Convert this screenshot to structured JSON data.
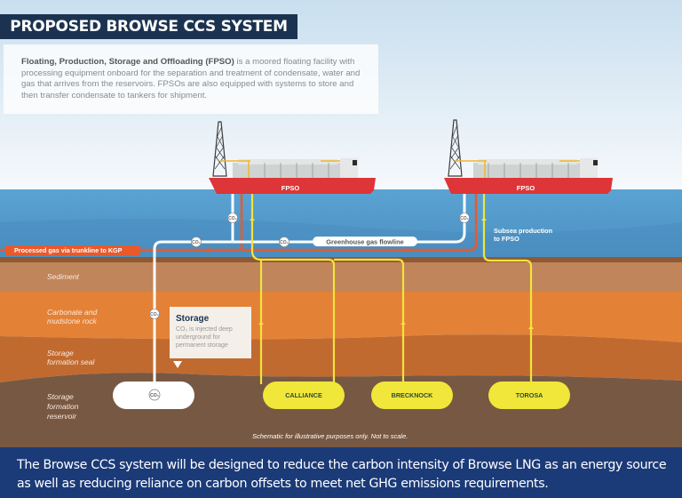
{
  "title": {
    "part1": "PROPOSED BROWSE CCS ",
    "part2": "SYSTEM"
  },
  "info": {
    "term": "Floating, Production, Storage and Offloading (FPSO)",
    "description": " is a moored floating facility with processing equipment onboard for the separation and treatment of condensate, water and gas that arrives from the reservoirs. FPSOs are also equipped with systems to store and then transfer condensate to tankers for shipment."
  },
  "vessels": [
    {
      "label": "FPSO"
    },
    {
      "label": "FPSO"
    }
  ],
  "pipelines": {
    "processed_gas": "Processed gas via trunkline to KGP",
    "greenhouse": "Greenhouse gas flowline",
    "subsea": [
      "Subsea production",
      "to FPSO"
    ],
    "co2_label": "CO₂"
  },
  "layers": [
    {
      "name": [
        "Sediment"
      ],
      "color": "#c0855a"
    },
    {
      "name": [
        "Carbonate and",
        "mudstone rock"
      ],
      "color": "#e38236"
    },
    {
      "name": [
        "Storage",
        "formation seal"
      ],
      "color": "#c16a30"
    },
    {
      "name": [
        "Storage",
        "formation",
        "reservoir"
      ],
      "color": "#775842"
    }
  ],
  "storage_callout": {
    "title": "Storage",
    "lines": [
      "CO₂ is injected deep",
      "underground for",
      "permanent storage"
    ]
  },
  "reservoirs": [
    {
      "label": "CALLIANCE"
    },
    {
      "label": "BRECKNOCK"
    },
    {
      "label": "TOROSA"
    }
  ],
  "co2_storage_label": "CO₂",
  "disclaimer": "Schematic for illustrative purposes only. Not to scale.",
  "footer": "The Browse CCS system will be designed to reduce the carbon intensity of Browse LNG as an energy source as well as reducing reliance on carbon offsets to meet net GHG emissions requirements.",
  "colors": {
    "title_bg": "#1b3350",
    "footer_bg": "#1b3a78",
    "ship_hull": "#dd3538",
    "gas_line": "#e85a2c",
    "production_line": "#f3e33c",
    "co2_line": "#ffffff",
    "sea": "#4f97c9"
  }
}
